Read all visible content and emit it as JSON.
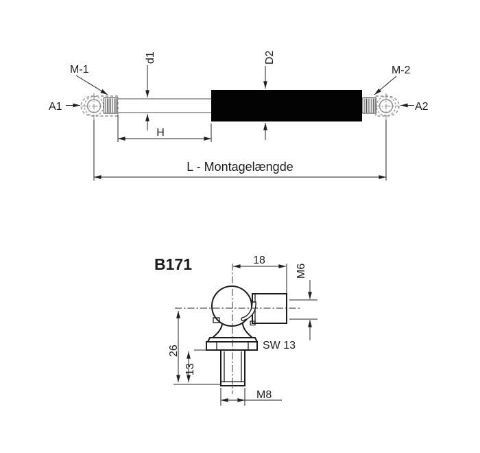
{
  "drawing": {
    "background": "#ffffff",
    "device_line_color": "#9a9a9a",
    "dimension_line_color": "#1f1f1f",
    "tube_fill": "#030303"
  },
  "gas_spring": {
    "end_fitting_left": "A1",
    "end_fitting_right": "A2",
    "thread_left": "M-1",
    "thread_right": "M-2",
    "rod_diameter": "d1",
    "tube_diameter": "D2",
    "stroke_label": "H",
    "length_label": "L - Montagelængde"
  },
  "ball_joint": {
    "title": "B171",
    "socket_depth": "18",
    "socket_thread": "M6",
    "wrench_size": "SW 13",
    "overall_height": "26",
    "stud_length": "13",
    "stud_thread": "M8"
  }
}
